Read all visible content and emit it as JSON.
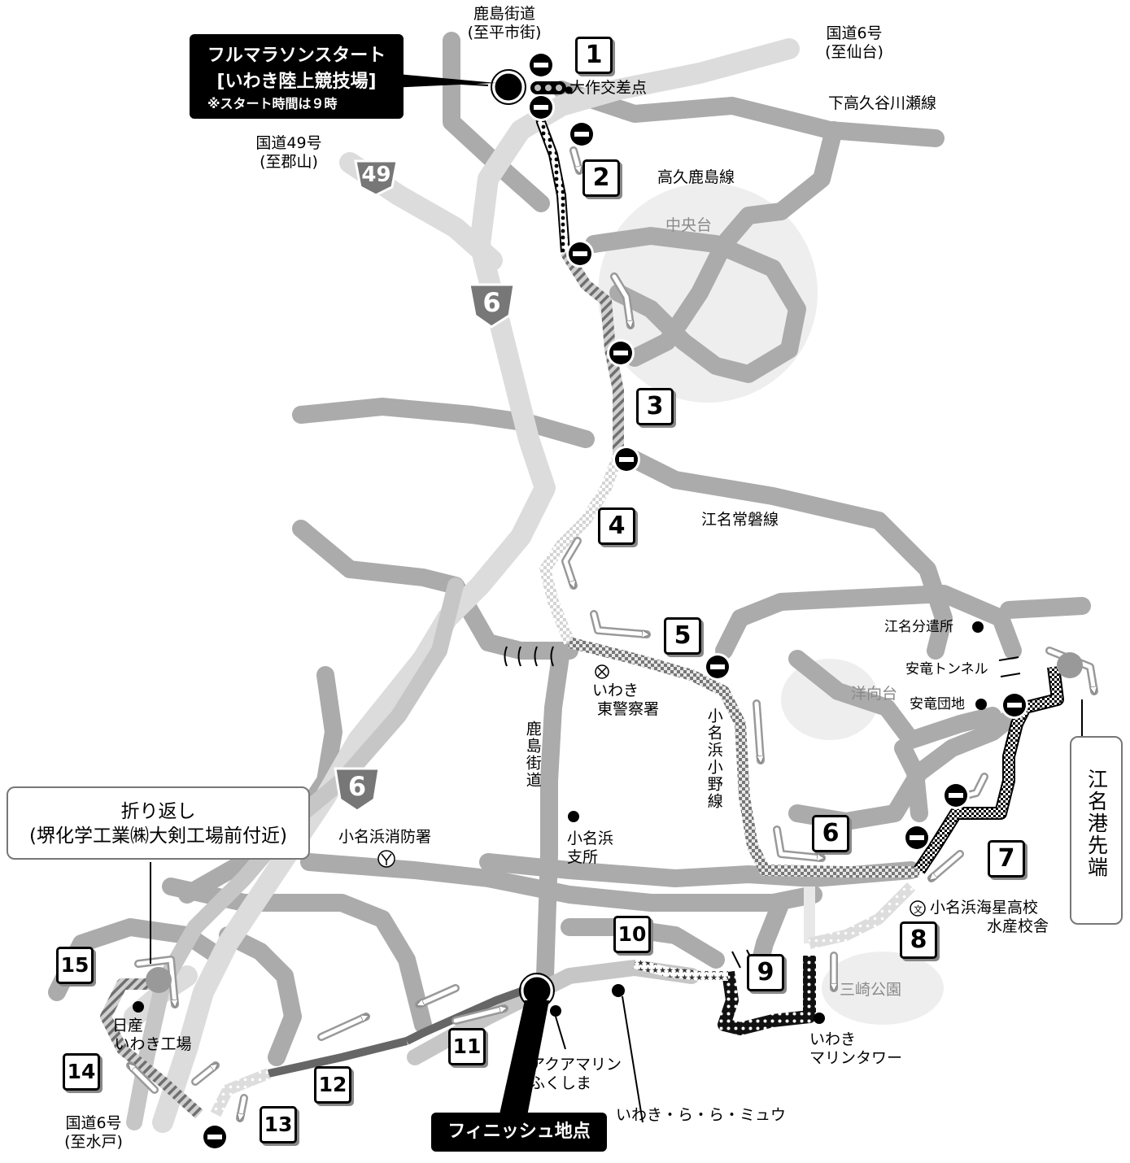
{
  "start": {
    "title": "フルマラソンスタート",
    "venue": "[いわき陸上競技場]",
    "note": "※スタート時間は９時"
  },
  "finish": {
    "label": "フィニッシュ地点"
  },
  "turnaround": {
    "line1": "折り返し",
    "line2": "(堺化学工業㈱大剣工場前付近)"
  },
  "port_tip": {
    "label": "江名港先端"
  },
  "route_shields": [
    "49",
    "6",
    "6"
  ],
  "road_labels": {
    "kashima_north": "鹿島街道",
    "kashima_north_sub": "(至平市街)",
    "r6_north": "国道6号",
    "r6_north_sub": "(至仙台)",
    "r49": "国道49号",
    "r49_sub": "(至郡山)",
    "shimotakaku": "下高久谷川瀬線",
    "takaku": "高久鹿島線",
    "ena_joban": "江名常磐線",
    "kashima_vert": "鹿島街道",
    "onahama_ono": "小名浜小野線",
    "r6_south": "国道6号",
    "r6_south_sub": "(至水戸)"
  },
  "areas": {
    "chuodai": "中央台",
    "yokodai": "洋向台",
    "misaki": "三崎公園"
  },
  "places": {
    "osaku": "大作交差点",
    "police_1": "いわき",
    "police_2": "東警察署",
    "fire": "小名浜消防署",
    "branch_1": "小名浜",
    "branch_2": "支所",
    "ena_branch": "江名分遣所",
    "anryu_tunnel": "安竜トンネル",
    "anryu_danchi": "安竜団地",
    "school_1": "小名浜海星高校",
    "school_2": "水産校舎",
    "tower_1": "いわき",
    "tower_2": "マリンタワー",
    "aquamarine_1": "アクアマリン",
    "aquamarine_2": "ふくしま",
    "lalamew": "いわき・ら・ら・ミュウ",
    "nissan_1": "日産",
    "nissan_2": "いわき工場"
  },
  "checkpoints": [
    "1",
    "2",
    "3",
    "4",
    "5",
    "6",
    "7",
    "8",
    "9",
    "10",
    "11",
    "12",
    "13",
    "14",
    "15"
  ]
}
